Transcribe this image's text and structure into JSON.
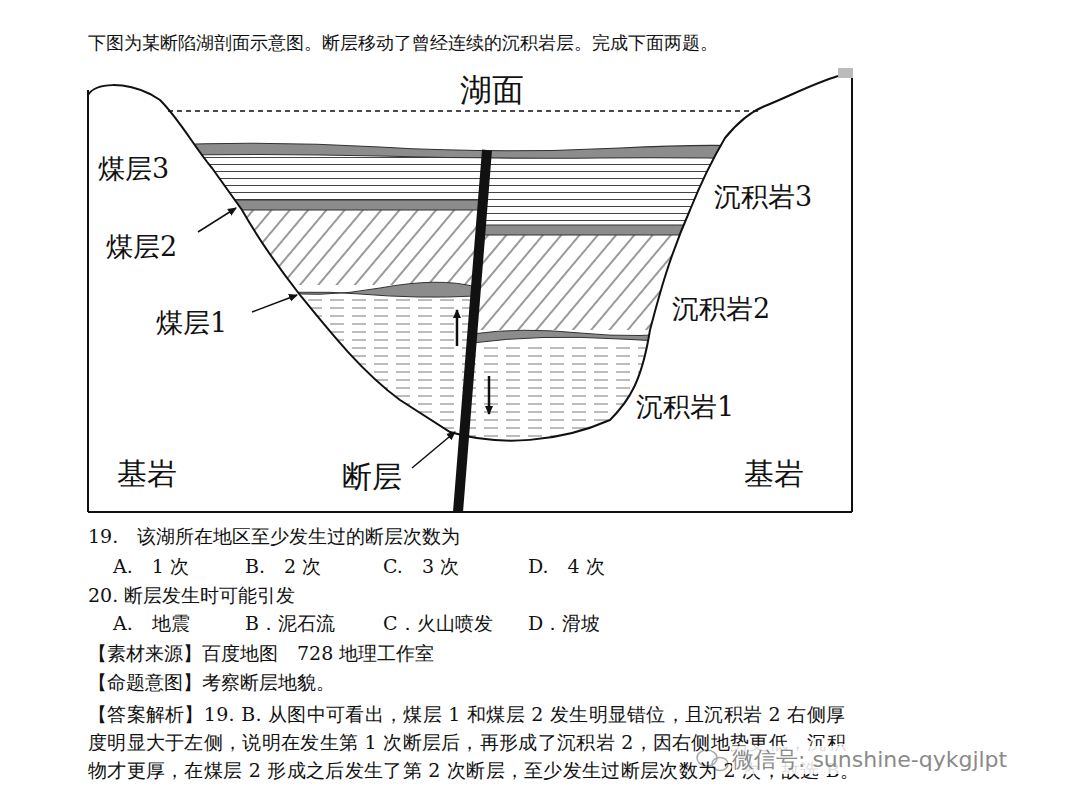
{
  "diagram": {
    "title": "下图为某断陷湖剖面示意图。断层移动了曾经连续的沉积岩层。完成下面两题。",
    "labels": [
      "湖面",
      "煤层3",
      "煤层2",
      "煤层1",
      "沉积岩3",
      "沉积岩2",
      "沉积岩1",
      "基岩",
      "断层",
      "基岩",
      "19.　该湖所在地区至少发生过的断层次数为",
      "A.　1 次",
      "B.　2 次",
      "C.　3 次",
      "D.　4 次",
      "20. 断层发生时可能引发",
      "A.　地震",
      "B．泥石流",
      "C．火山喷发",
      "D．滑坡",
      "【素材来源】百度地图　728 地理工作室",
      "【命题意图】考察断层地貌。",
      "【答案解析】19. B. 从图中可看出，煤层 1 和煤层 2 发生明显错位，且沉积岩 2 右侧厚度明显大于左侧，说明在发生第 1 次断层后，再形成了沉积岩 2，因右侧地势更低，沉积物才更厚，在煤层 2 形成之后发生了第 2 次断层，至少发生过断层次数为 2 次，故选 B。",
      "微信号: sunshine-qykgjlpt"
    ]
  }
}
